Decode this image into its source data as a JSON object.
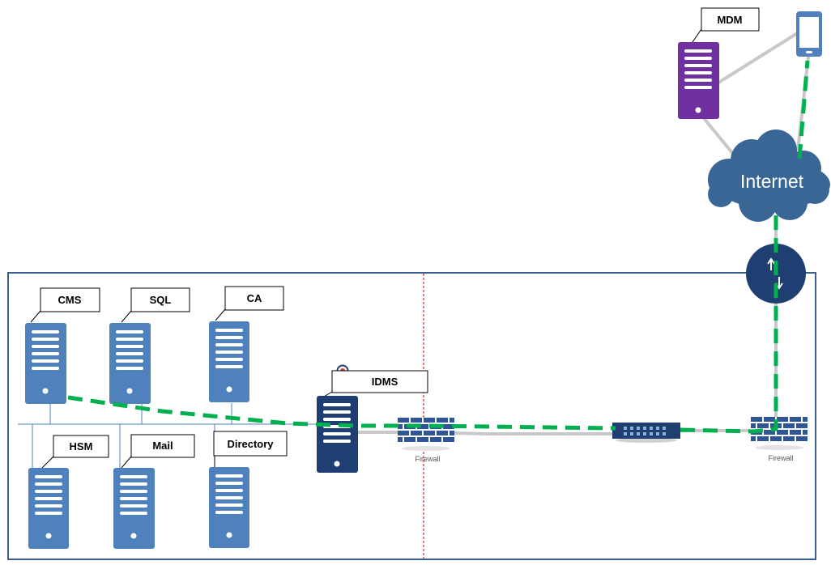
{
  "colors": {
    "server_light": "#4f81bd",
    "server_dark": "#1f3f72",
    "server_mdm": "#7030a0",
    "cloud": "#3a6696",
    "path_green": "#00b050",
    "link_gray": "#c8c8c8",
    "boundary": "#3b5f8a",
    "divider_red": "#c00000"
  },
  "labels": {
    "cms": "CMS",
    "sql": "SQL",
    "ca": "CA",
    "hsm": "HSM",
    "mail": "Mail",
    "directory": "Directory",
    "idms": "IDMS",
    "mdm": "MDM"
  },
  "internet": "Internet",
  "firewall_label": "Firewall",
  "icons": [
    "server-icon",
    "firewall-icon",
    "router-icon",
    "switch-icon",
    "mobile-phone-icon",
    "cloud-icon",
    "target-icon"
  ]
}
